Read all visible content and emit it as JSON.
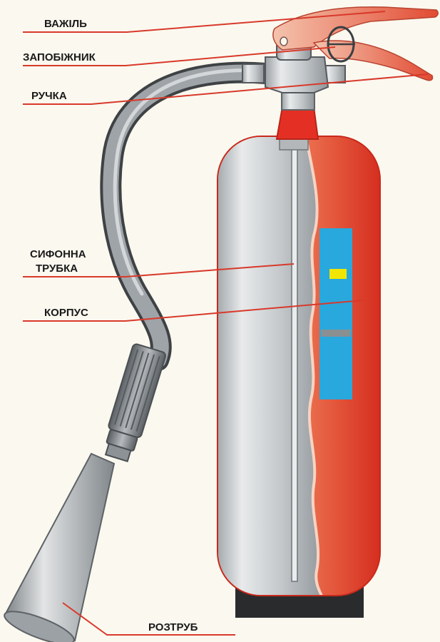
{
  "labels": {
    "lever": "ВАЖІЛЬ",
    "safety_pin": "ЗАПОБІЖНИК",
    "handle": "РУЧКА",
    "siphon_line1": "СИФОННА",
    "siphon_line2": "ТРУБКА",
    "body": "КОРПУС",
    "horn": "РОЗТРУБ"
  },
  "colors": {
    "leader_line": "#d8392a",
    "cylinder_red": "#e63a2a",
    "cylinder_silver": "#c9cdd0",
    "label_plate": "#29a8dd",
    "accent_yellow": "#f2e600",
    "base_dark": "#2a2b2c",
    "background": "#fbf8ef"
  }
}
